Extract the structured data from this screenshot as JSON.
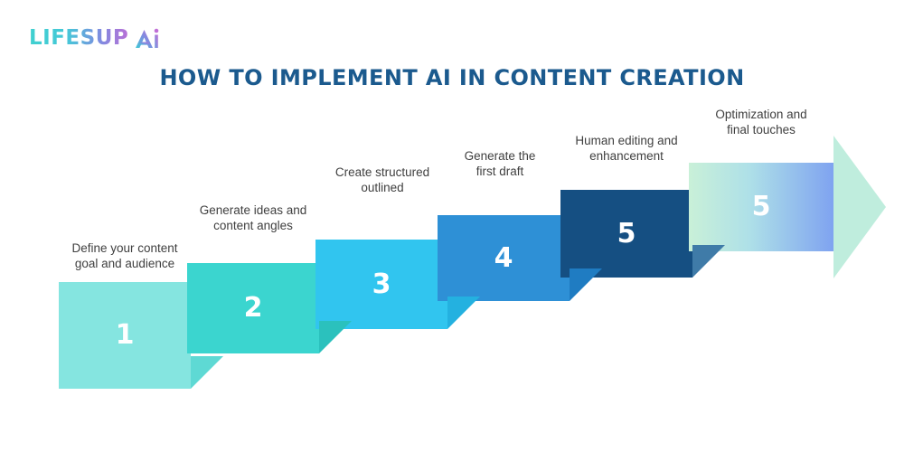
{
  "brand": {
    "wordmark": "LIFESUP",
    "mark_label": "AI",
    "gradient_start": "#3fd0cf",
    "gradient_end": "#b96fd6"
  },
  "header": {
    "title": "HOW TO IMPLEMENT AI IN CONTENT CREATION",
    "title_color": "#1b5a8e"
  },
  "infographic": {
    "type": "staircase-process",
    "step_count": 6,
    "steps": [
      {
        "number": "1",
        "label": "Define your content\ngoal and audience",
        "color": "#85e5e0",
        "shadow_color": "#5ed9d4"
      },
      {
        "number": "2",
        "label": "Generate ideas and\ncontent angles",
        "color": "#3bd5cf",
        "shadow_color": "#2bc1bd"
      },
      {
        "number": "3",
        "label": "Create structured\noutlined",
        "color": "#31c5ef",
        "shadow_color": "#24b1e0"
      },
      {
        "number": "4",
        "label": "Generate the\nfirst draft",
        "color": "#2e90d6",
        "shadow_color": "#1f7cc2"
      },
      {
        "number": "5",
        "label": "Human editing and\nenhancement",
        "color": "#154f82",
        "shadow_color": "#3f7ba8"
      },
      {
        "number": "5",
        "label": "Optimization and\nfinal touches",
        "color_start": "#c9f0d8",
        "color_end": "#7fa3f0",
        "shadow_color": "#c9f0d8"
      }
    ]
  }
}
